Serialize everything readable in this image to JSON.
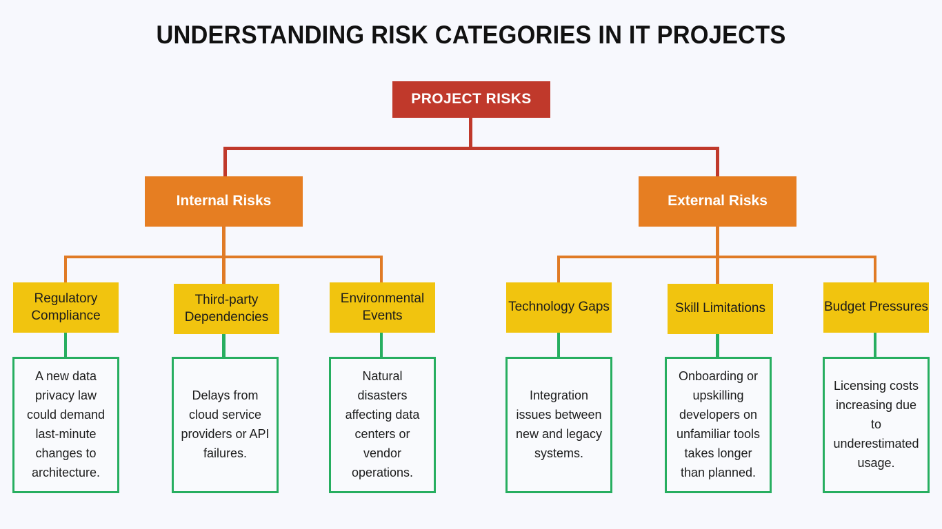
{
  "title": "UNDERSTANDING RISK CATEGORIES IN IT PROJECTS",
  "colors": {
    "background": "#f7f8fd",
    "root": "#c0392b",
    "branch": "#e67e22",
    "category": "#f1c40f",
    "description_border": "#27ae60",
    "description_fill": "#f9fafd",
    "title_text": "#111111",
    "light_text": "#ffffff",
    "dark_text": "#1b1b1b"
  },
  "root": {
    "label": "PROJECT RISKS"
  },
  "branches": [
    {
      "label": "Internal Risks",
      "categories": [
        {
          "label": "Regulatory Compliance",
          "description": "A new data privacy law could demand last-minute changes to architecture."
        },
        {
          "label": "Third-party Dependencies",
          "description": "Delays from cloud service providers or API failures."
        },
        {
          "label": "Environmental Events",
          "description": "Natural disasters affecting data centers or vendor operations."
        }
      ]
    },
    {
      "label": "External Risks",
      "categories": [
        {
          "label": "Technology Gaps",
          "description": "Integration issues between new and legacy systems."
        },
        {
          "label": "Skill Limitations",
          "description": "Onboarding or upskilling developers on unfamiliar tools takes longer than planned."
        },
        {
          "label": "Budget Pressures",
          "description": "Licensing costs increasing due to underestimated usage."
        }
      ]
    }
  ]
}
